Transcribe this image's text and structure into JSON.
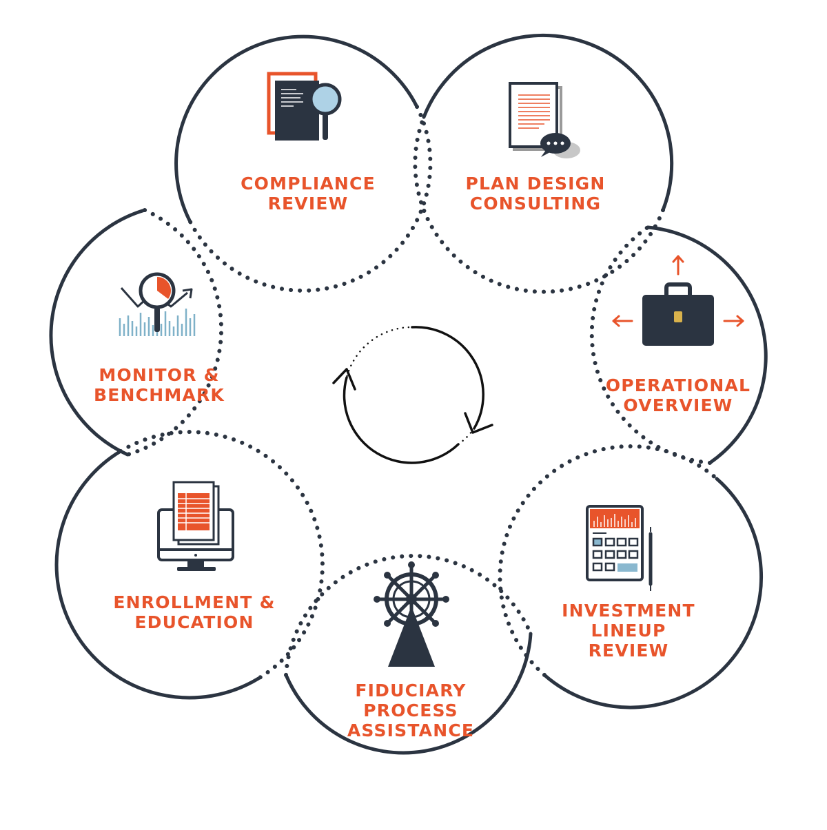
{
  "diagram": {
    "accent_color": "#e8542b",
    "ink_color": "#2b3441",
    "cycle_icon": "cycle-arrows-icon",
    "services": [
      {
        "id": "compliance-review",
        "icon": "document-magnifier-icon",
        "lines": [
          "COMPLIANCE",
          "REVIEW"
        ]
      },
      {
        "id": "plan-design-consulting",
        "icon": "document-speech-bubble-icon",
        "lines": [
          "PLAN DESIGN",
          "CONSULTING"
        ]
      },
      {
        "id": "operational-overview",
        "icon": "briefcase-arrows-icon",
        "lines": [
          "OPERATIONAL",
          "OVERVIEW"
        ]
      },
      {
        "id": "investment-lineup-review",
        "icon": "calculator-pencil-icon",
        "lines": [
          "INVESTMENT",
          "LINEUP",
          "REVIEW"
        ]
      },
      {
        "id": "fiduciary-process-assistance",
        "icon": "ship-wheel-icon",
        "lines": [
          "FIDUCIARY",
          "PROCESS",
          "ASSISTANCE"
        ]
      },
      {
        "id": "enrollment-education",
        "icon": "monitor-document-icon",
        "lines": [
          "ENROLLMENT &",
          "EDUCATION"
        ]
      },
      {
        "id": "monitor-benchmark",
        "icon": "chart-magnifier-icon",
        "lines": [
          "MONITOR &",
          "BENCHMARK"
        ]
      }
    ]
  }
}
